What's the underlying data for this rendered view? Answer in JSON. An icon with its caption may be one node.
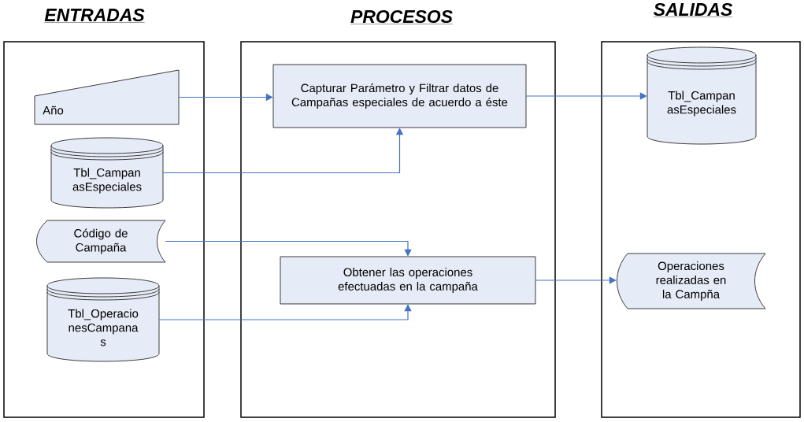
{
  "diagram": {
    "nodes": [
      {
        "text": [
          "ENTRADAS"
        ]
      },
      {
        "text": [
          "PROCESOS"
        ]
      },
      {
        "text": [
          "SALIDAS"
        ]
      },
      {
        "text": [
          "Año"
        ],
        "in": 0
      },
      {
        "text": [
          "Tbl_Campan asEspeciales"
        ],
        "in": 0
      },
      {
        "text": [
          "Código de Campaña"
        ],
        "in": 0
      },
      {
        "text": [
          "Tbl_Operacio nesCampana s"
        ],
        "in": 0
      },
      {
        "text": [
          "Capturar Parámetro y Filtrar datos de Campañas especiales de acuerdo a éste"
        ],
        "in": 1
      },
      {
        "text": [
          "Obtener las operaciones efectuadas en la campaña"
        ],
        "in": 1
      },
      {
        "text": [
          "Tbl_Campan asEspeciales"
        ],
        "in": 2
      },
      {
        "text": [
          "Operaciones realizadas en la Campña"
        ],
        "in": 2
      }
    ],
    "edges": [
      {
        "from": 3,
        "to": 7,
        "arrow": "to"
      },
      {
        "from": 4,
        "to": 7,
        "arrow": "to"
      },
      {
        "from": 5,
        "to": 8,
        "arrow": "to"
      },
      {
        "from": 6,
        "to": 8,
        "arrow": "to"
      },
      {
        "from": 7,
        "to": 9,
        "arrow": "to"
      },
      {
        "from": 8,
        "to": 10,
        "arrow": "to"
      }
    ]
  }
}
